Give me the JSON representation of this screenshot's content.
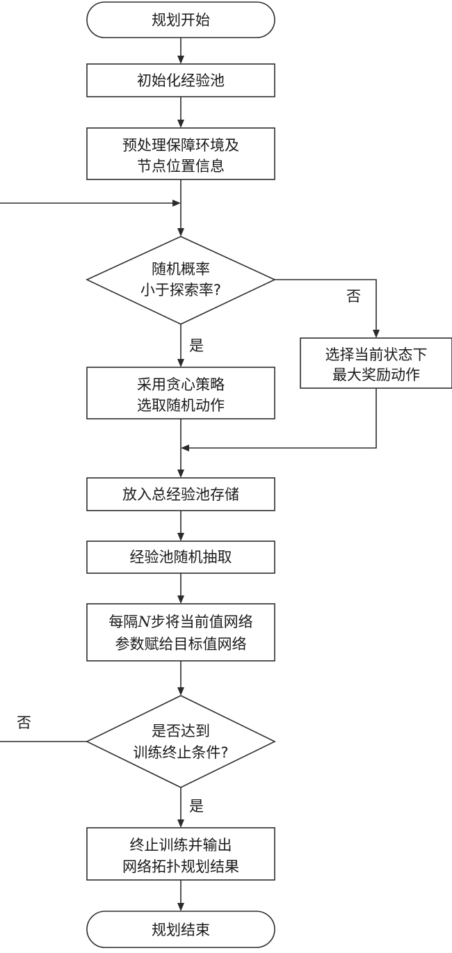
{
  "flowchart": {
    "start": "规划开始",
    "init_pool": "初始化经验池",
    "preprocess": [
      "预处理保障环境及",
      "节点位置信息"
    ],
    "decision_explore": [
      "随机概率",
      "小于探索率?"
    ],
    "greedy_action": [
      "采用贪心策略",
      "选取随机动作"
    ],
    "max_reward_action": [
      "选择当前状态下",
      "最大奖励动作"
    ],
    "store_pool": "放入总经验池存储",
    "sample_pool": "经验池随机抽取",
    "sync_network": {
      "line1_before": "每隔",
      "line1_var": "N",
      "line1_after": "步将当前值网络",
      "line2": "参数赋给目标值网络"
    },
    "decision_terminate": [
      "是否达到",
      "训练终止条件?"
    ],
    "terminate_output": [
      "终止训练并输出",
      "网络拓扑规划结果"
    ],
    "end": "规划结束",
    "label_yes": "是",
    "label_no": "否"
  }
}
